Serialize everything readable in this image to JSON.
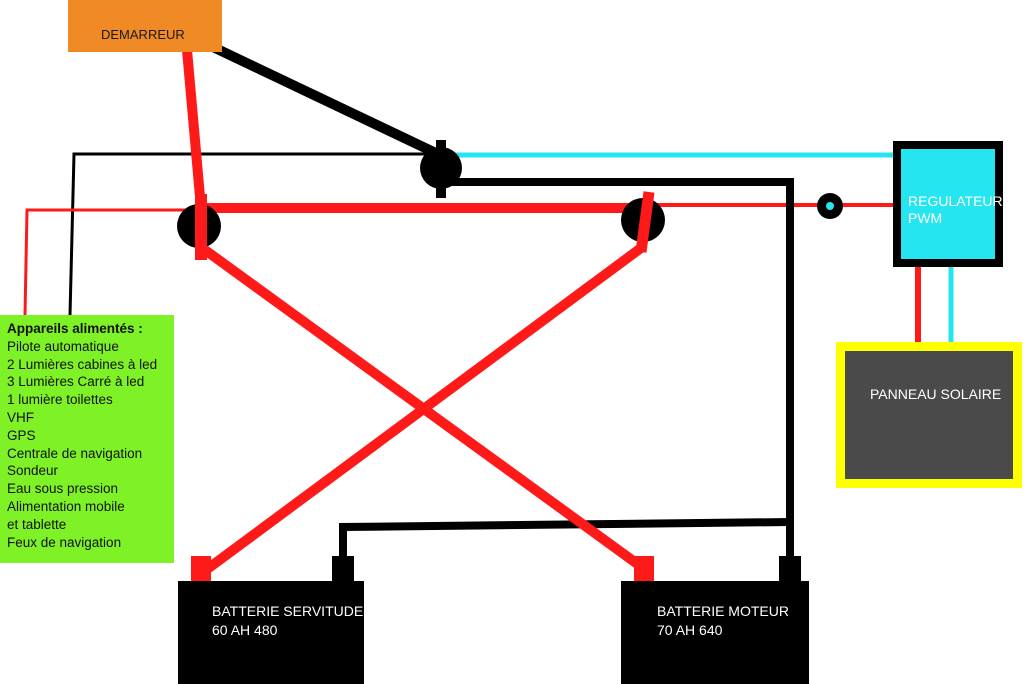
{
  "starter": {
    "label": "DEMARREUR",
    "color": "#f08a24"
  },
  "regulator": {
    "line1": "REGULATEUR",
    "line2": "PWM",
    "color": "#24e5f0"
  },
  "solar_panel": {
    "label": "PANNEAU SOLAIRE",
    "color": "#4a4a4a",
    "frame_color": "#ffff00"
  },
  "battery_service": {
    "name": "BATTERIE SERVITUDE",
    "spec": "60 AH 480"
  },
  "battery_engine": {
    "name": "BATTERIE MOTEUR",
    "spec": "70 AH 640"
  },
  "appliances": {
    "title": "Appareils alimentés :",
    "items": [
      "Pilote automatique",
      "2 Lumières cabines à led",
      "3 Lumières Carré à led",
      "1 lumière toilettes",
      "VHF",
      "GPS",
      "Centrale de navigation",
      "Sondeur",
      "Eau sous pression",
      "Alimentation mobile",
      "et tablette",
      "Feux de navigation"
    ],
    "color": "#7ff227"
  },
  "wire_colors": {
    "positive": "#ff1a1a",
    "negative": "#000000",
    "solar": "#24e5f0"
  }
}
